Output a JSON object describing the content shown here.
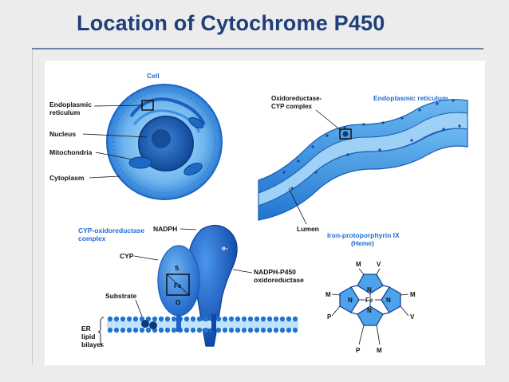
{
  "slide": {
    "title": "Location of Cytochrome P450"
  },
  "diagram": {
    "cell_panel": {
      "title": "Cell",
      "labels": [
        "Endoplasmic",
        "reticulum",
        "Nucleus",
        "Mitochondria",
        "Cytoplasm"
      ]
    },
    "er_panel": {
      "title": "Endoplasmic reticulum",
      "complex_label_1": "Oxidoreductase-",
      "complex_label_2": "CYP complex",
      "lumen": "Lumen"
    },
    "complex_panel": {
      "title_1": "CYP-oxidoreductase",
      "title_2": "complex",
      "nadph": "NADPH",
      "cyp": "CYP",
      "electron": "e-",
      "enzyme_1": "NADPH-P450",
      "enzyme_2": "oxidoreductase",
      "substrate": "Substrate",
      "s": "S",
      "fe": "Fe",
      "o": "O",
      "er_1": "ER",
      "er_2": "lipid",
      "er_3": "bilayer"
    },
    "heme_panel": {
      "title_1": "Iron-protoporphyrin IX",
      "title_2": "(Heme)",
      "m": "M",
      "v": "V",
      "p": "P",
      "n": "N",
      "fe": "Fe"
    }
  },
  "colors": {
    "title": "#1f3f7a",
    "accent_blue": "#1e6bd6",
    "cell_blue": "#3a8fe0",
    "light_blue": "#9fd0f5"
  }
}
